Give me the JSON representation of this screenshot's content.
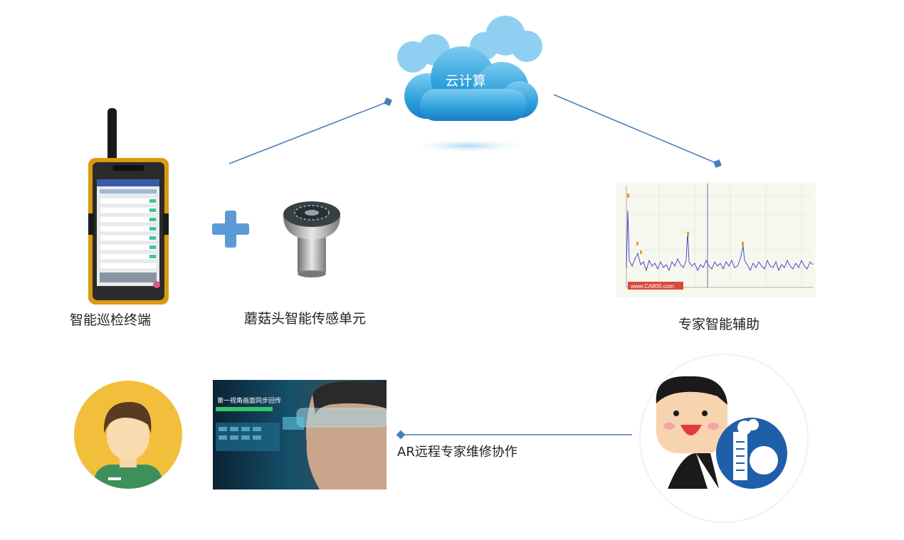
{
  "cloud": {
    "label": "云计算"
  },
  "terminal": {
    "label": "智能巡检终端"
  },
  "sensor": {
    "label": "蘑菇头智能传感单元"
  },
  "expert_assist": {
    "label": "专家智能辅助",
    "watermark": "www.CA800.com"
  },
  "ar": {
    "label": "AR远程专家维修协作",
    "overlay_text": "第一视角画面同步回传"
  },
  "colors": {
    "connector": "#4a7ebb",
    "plus": "#5b9bd5",
    "cloud": "#3ea6de",
    "avatar_bg": "#f2bf3c"
  }
}
